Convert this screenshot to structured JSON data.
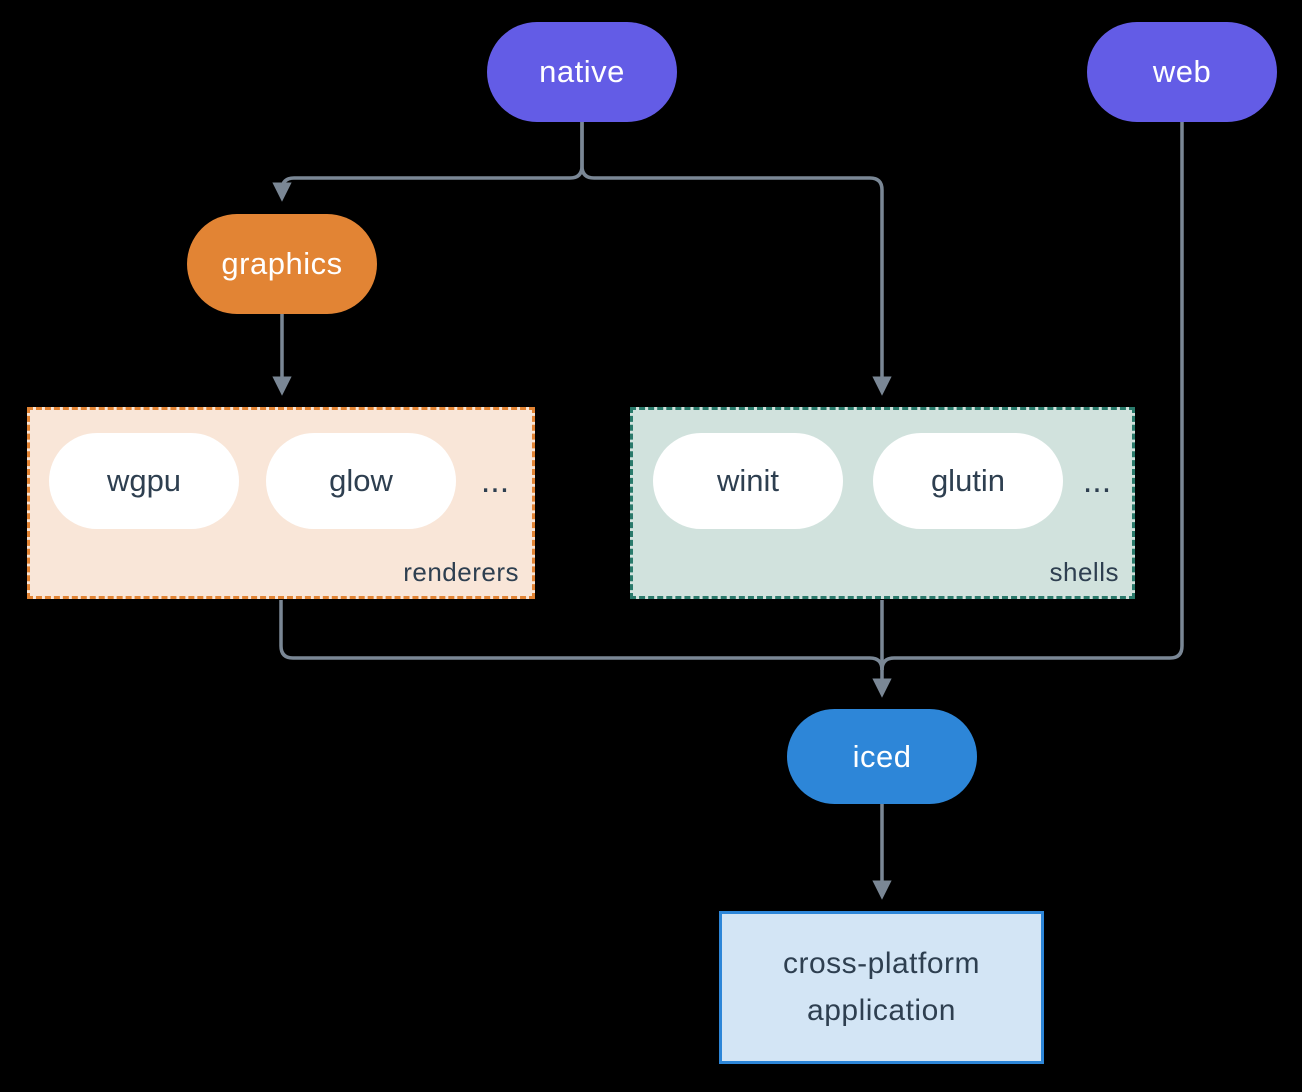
{
  "nodes": {
    "native": "native",
    "web": "web",
    "graphics": "graphics",
    "iced": "iced"
  },
  "groups": {
    "renderers": {
      "label": "renderers",
      "items": [
        "wgpu",
        "glow"
      ],
      "ellipsis": "..."
    },
    "shells": {
      "label": "shells",
      "items": [
        "winit",
        "glutin"
      ],
      "ellipsis": "..."
    }
  },
  "application": {
    "line1": "cross-platform",
    "line2": "application"
  },
  "colors": {
    "node_purple": "#635ce6",
    "node_orange": "#e28434",
    "node_blue": "#2d86d8",
    "pill_white": "#ffffff",
    "renderers_bg": "#f9e6d8",
    "renderers_border": "#e28434",
    "shells_bg": "#d1e2dd",
    "shells_border": "#2a7a6b",
    "app_bg": "#d3e5f5",
    "app_border": "#2d86d8",
    "text_light": "#ffffff",
    "text_dark": "#2e3f50",
    "line": "#7a8795",
    "canvas_bg": "#000000"
  }
}
